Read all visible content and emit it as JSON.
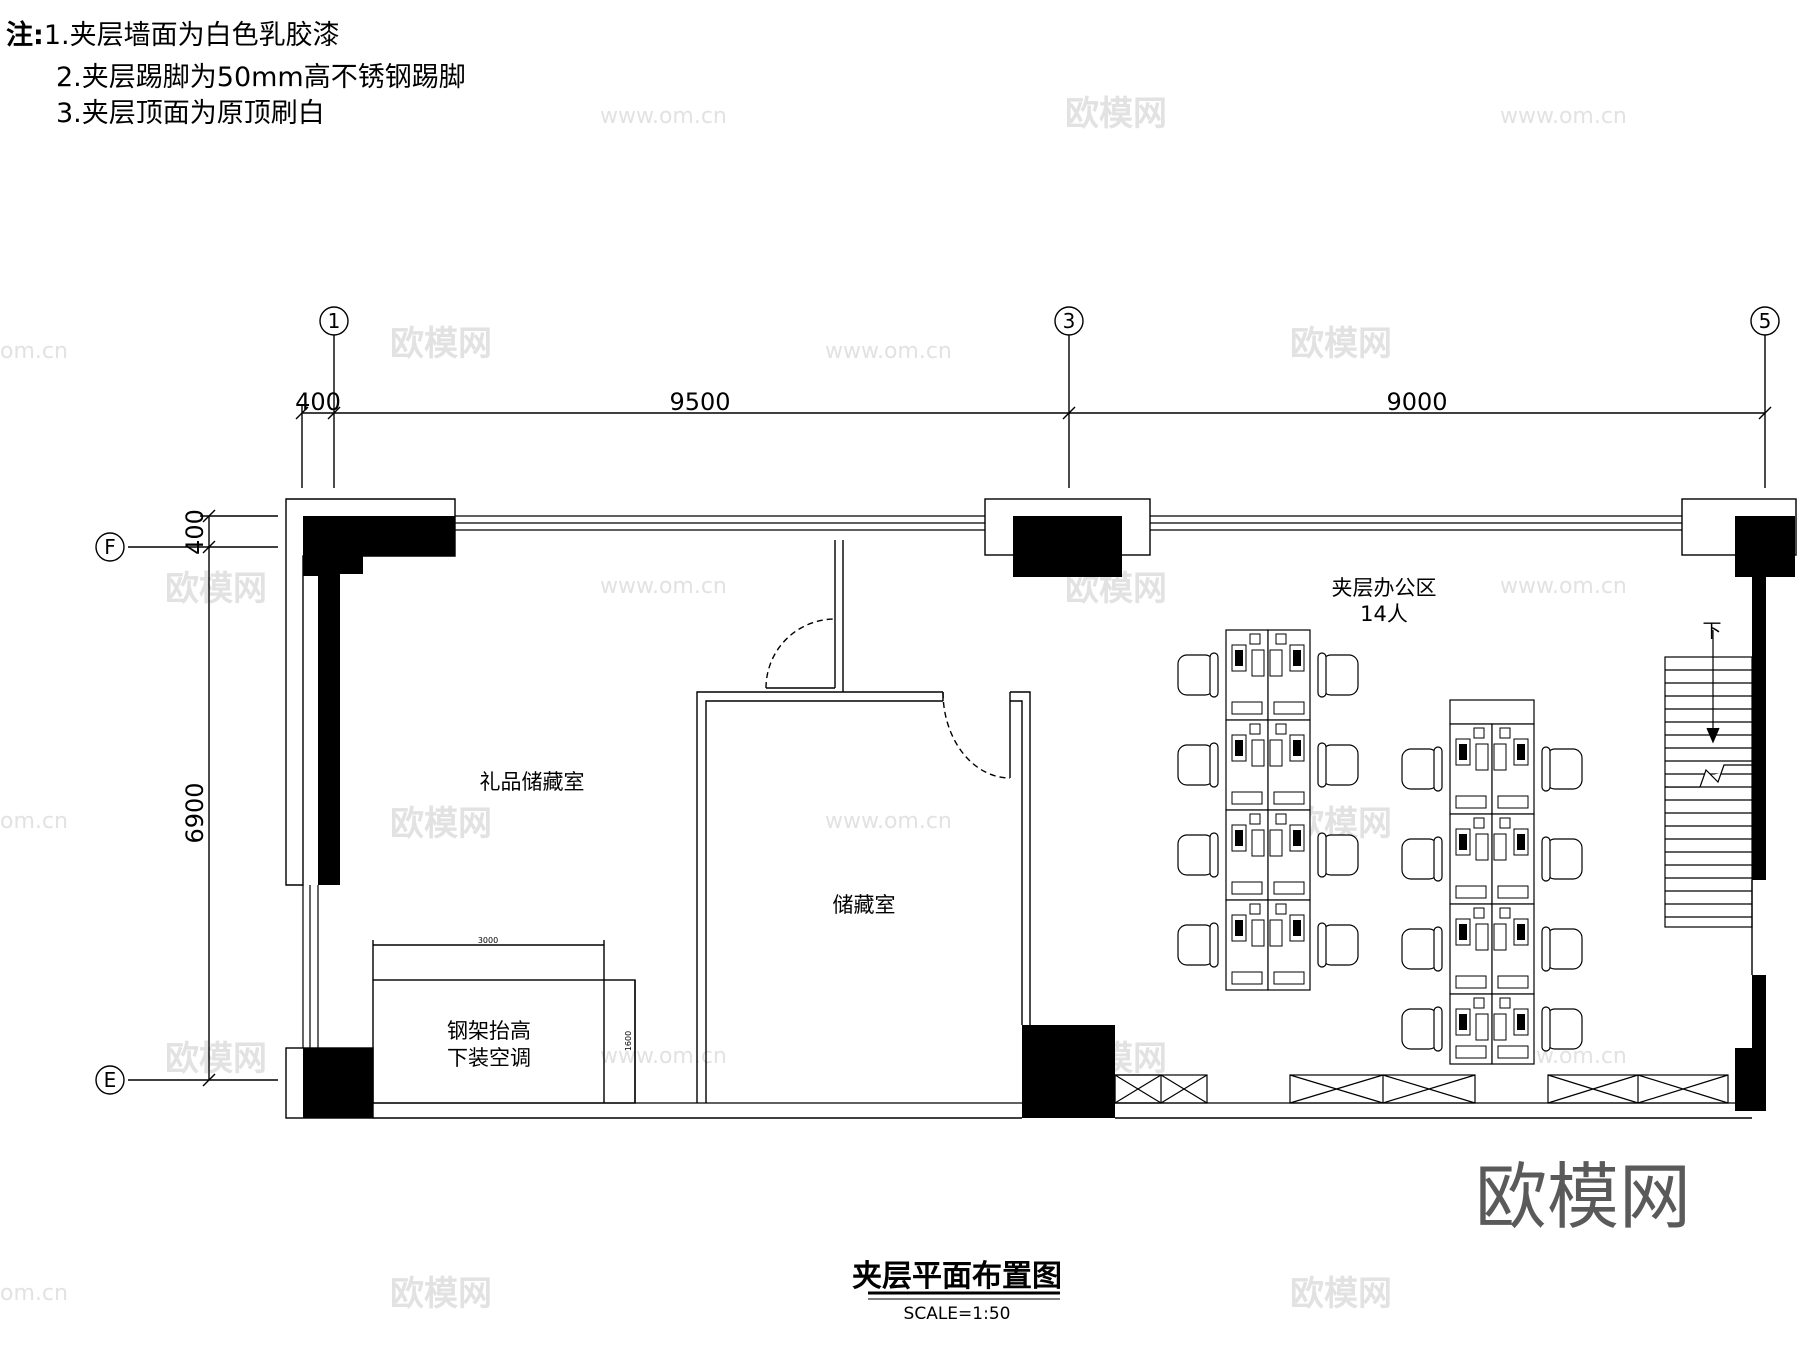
{
  "notes": {
    "prefix": "注:",
    "lines": [
      "1.夹层墙面为白色乳胶漆",
      "2.夹层踢脚为50mm高不锈钢踢脚",
      "3.夹层顶面为原顶刷白"
    ]
  },
  "axes": {
    "horizontal": [
      "1",
      "3",
      "5"
    ],
    "vertical": [
      "F",
      "E"
    ]
  },
  "dimensions": {
    "top": [
      "400",
      "9500",
      "9000"
    ],
    "left": [
      "400",
      "6900"
    ],
    "platform_width": "3000",
    "platform_depth": "1600"
  },
  "rooms": {
    "gift_storage": "礼品储藏室",
    "storage": "储藏室",
    "office_area": "夹层办公区",
    "office_capacity": "14人",
    "platform_line1": "钢架抬高",
    "platform_line2": "下装空调",
    "stair_direction": "下"
  },
  "footer": {
    "title": "夹层平面布置图",
    "scale": "SCALE=1:50"
  },
  "watermark": {
    "brand": "欧模网",
    "url": "www.om.cn",
    "url_partial": "om.cn"
  }
}
